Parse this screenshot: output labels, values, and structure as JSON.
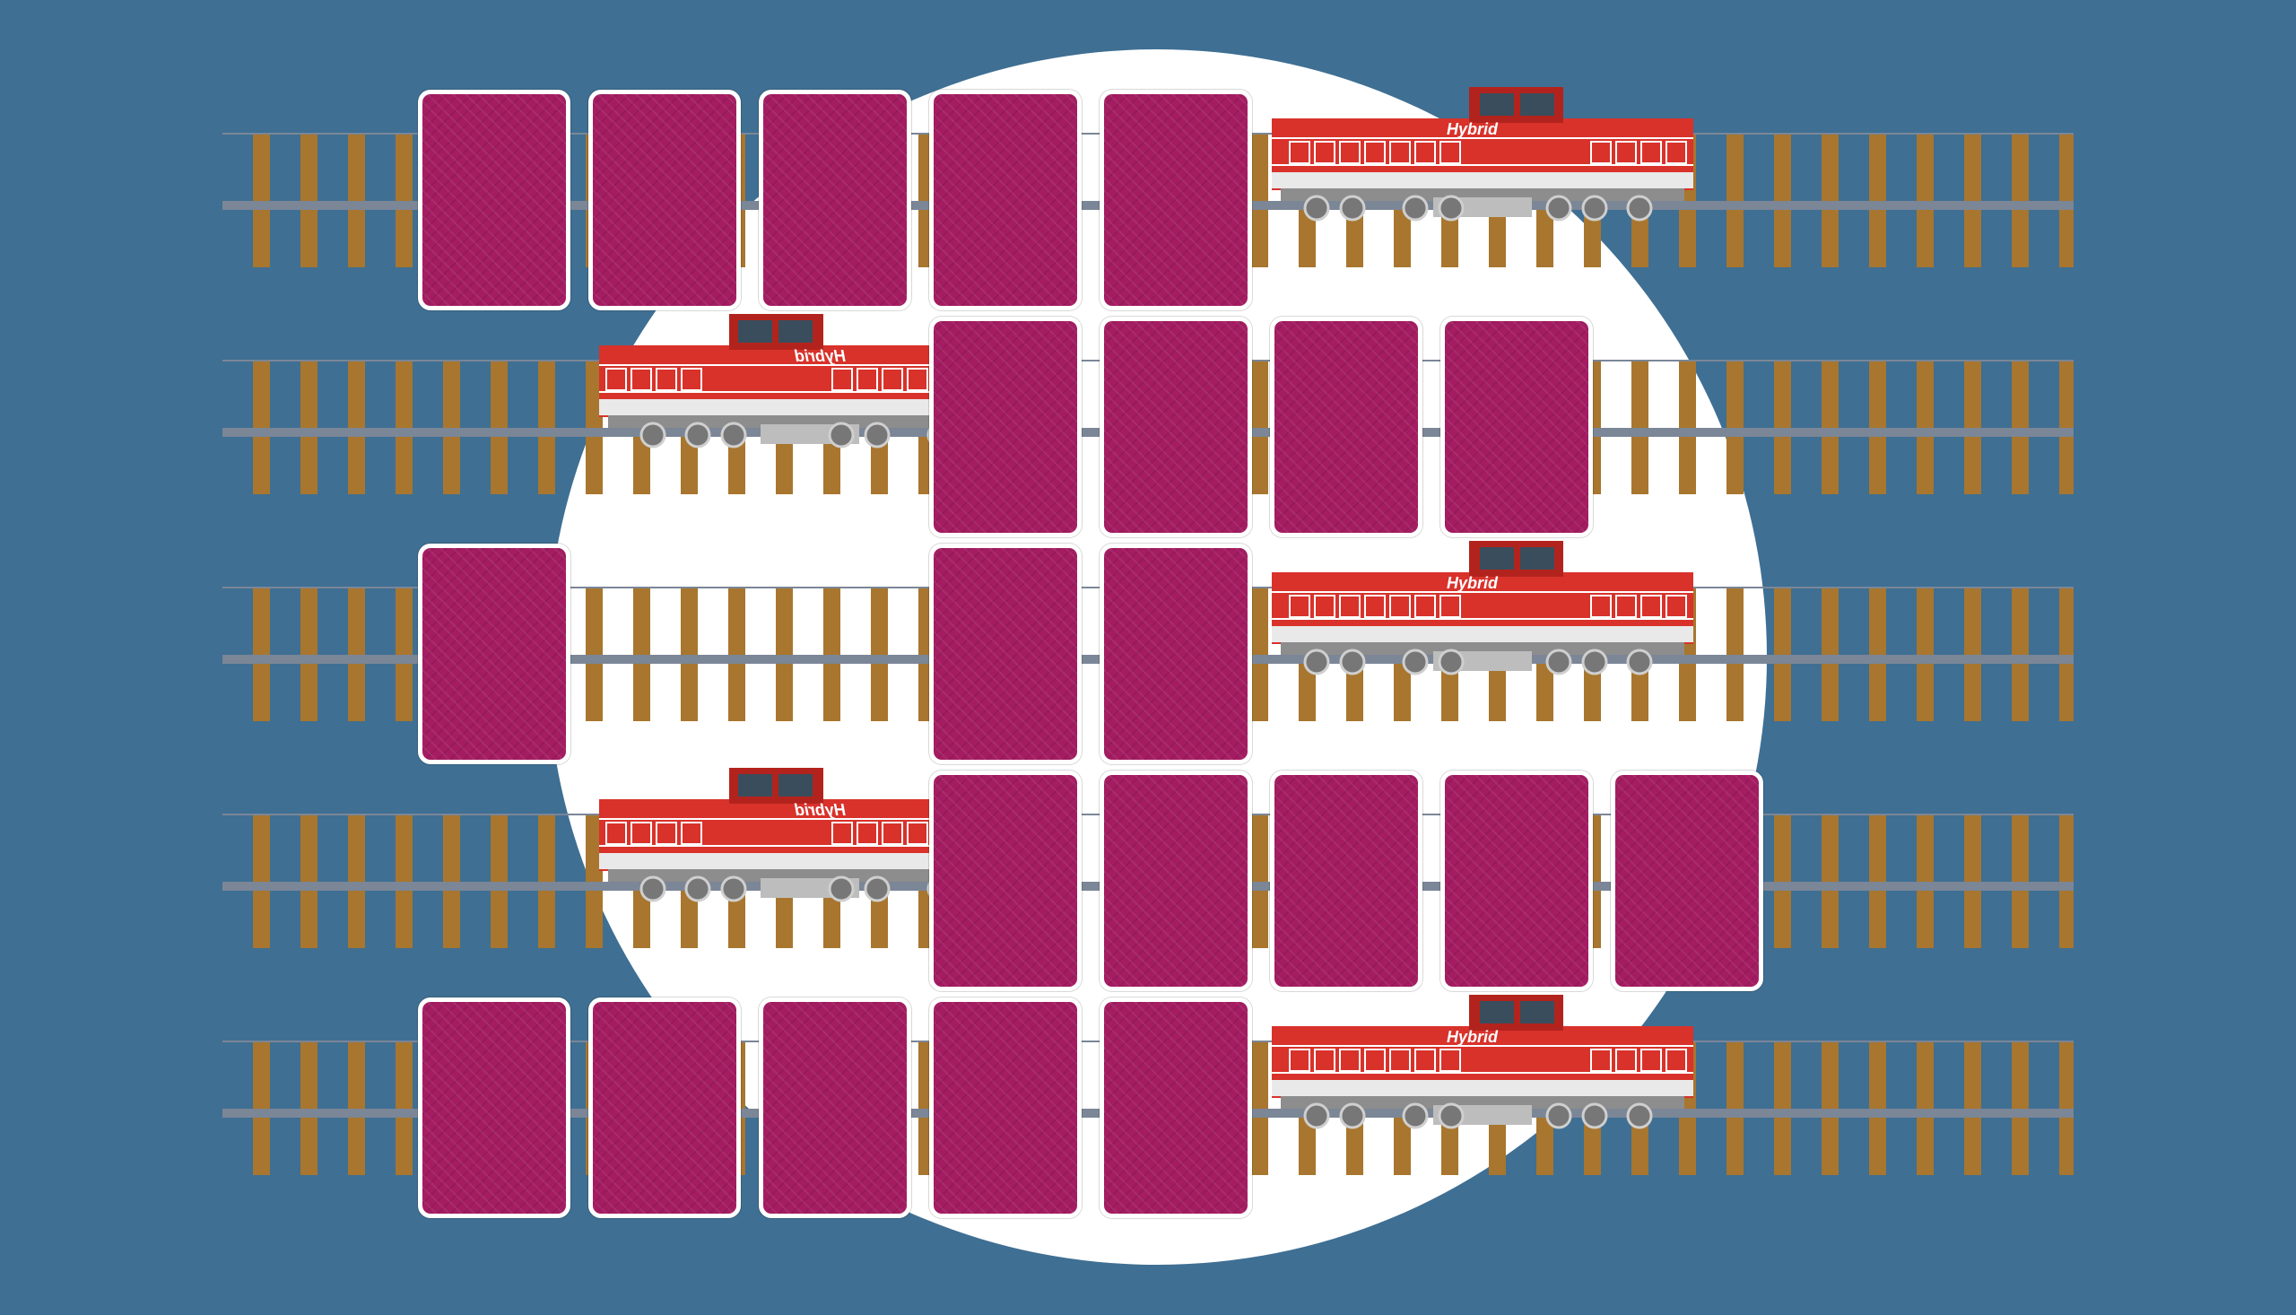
{
  "game": {
    "locomotive_label": "Hybrid"
  },
  "colors": {
    "background": "#3f6f93",
    "moon": "#ffffff",
    "card_back": "#a41c61",
    "card_border": "#ffffff",
    "rail": "#7b8697",
    "sleeper": "#a8762e",
    "loco_red": "#d8322b",
    "loco_dark_red": "#b3231d",
    "loco_window": "#3a4d5c"
  },
  "rows": [
    {
      "row": 1,
      "slots": [
        "card",
        "card",
        "card",
        "card",
        "card",
        "train",
        "track",
        "track",
        "track"
      ]
    },
    {
      "row": 2,
      "slots": [
        "track",
        "train",
        "track",
        "card",
        "card",
        "card",
        "card",
        "track",
        "track"
      ]
    },
    {
      "row": 3,
      "slots": [
        "card",
        "track",
        "track",
        "card",
        "card",
        "train",
        "track",
        "track",
        "track"
      ]
    },
    {
      "row": 4,
      "slots": [
        "track",
        "train",
        "track",
        "card",
        "card",
        "card",
        "card",
        "card",
        "track"
      ]
    },
    {
      "row": 5,
      "slots": [
        "card",
        "card",
        "card",
        "card",
        "card",
        "train",
        "track",
        "track",
        "track"
      ]
    }
  ]
}
